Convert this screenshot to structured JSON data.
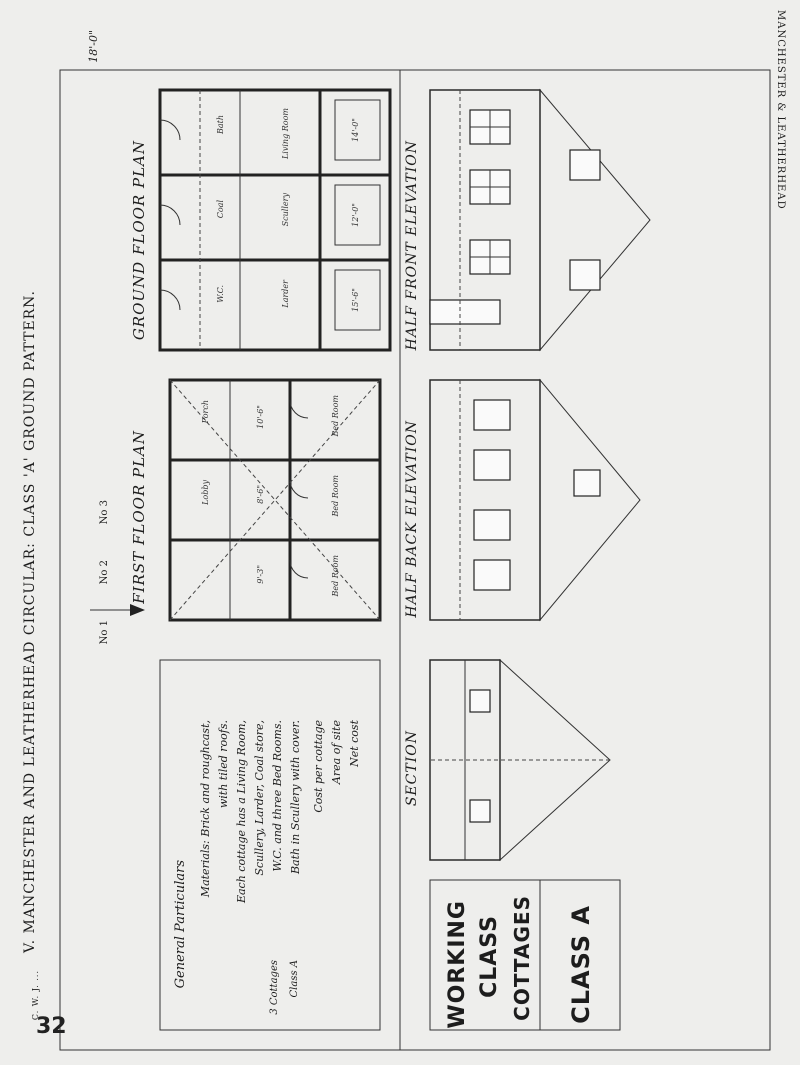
{
  "page_number": "32",
  "header": {
    "running_title": "V.  MANCHESTER AND LEATHERHEAD CIRCULAR:  CLASS 'A' GROUND PATTERN.",
    "footer_left": "MANCHESTER & LEATHERHEAD",
    "footer_right": "C. W. J. ..."
  },
  "main_title": {
    "line1": "WORKING",
    "line2": "CLASS",
    "line3": "COTTAGES",
    "class_label": "CLASS A"
  },
  "plans": {
    "ground_title": "GROUND FLOOR PLAN",
    "first_title": "FIRST FLOOR PLAN",
    "scale_label": "18'-0\"",
    "house_labels": [
      "No 1",
      "No 2",
      "No 3"
    ],
    "rooms": [
      "Living Room",
      "Scullery",
      "Larder",
      "Bath",
      "Coal",
      "W.C.",
      "Bed Room",
      "Bed Room",
      "Bed Room",
      "Porch",
      "Lobby"
    ],
    "dims": [
      "14'-0\"",
      "12'-0\"",
      "15'-6\"",
      "10'-6\"",
      "8'-6\"",
      "9'-3\""
    ]
  },
  "elevations": {
    "front": "HALF FRONT ELEVATION",
    "back": "HALF BACK ELEVATION",
    "section": "SECTION"
  },
  "notes": {
    "heading": "General Particulars",
    "lines": [
      "Materials: Brick and roughcast,",
      "with tiled roofs.",
      "Each cottage has a Living Room,",
      "Scullery, Larder, Coal store,",
      "W.C. and three Bed Rooms.",
      "Bath in Scullery with cover.",
      "Cost per cottage",
      "Area of site",
      "Net cost"
    ],
    "aside": [
      "3 Cottages",
      "Class A"
    ]
  },
  "colors": {
    "paper": "#eeeeec",
    "ink": "#1d1d1d"
  }
}
